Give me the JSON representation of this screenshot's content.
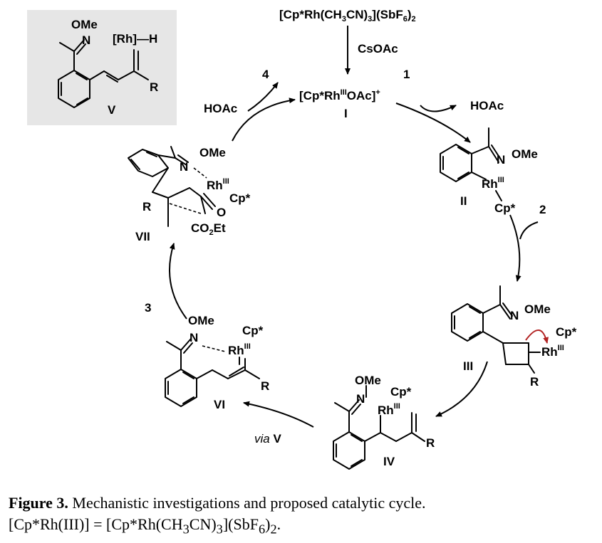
{
  "precatalyst": {
    "text_a": "[Cp*Rh(CH",
    "text_b": "3",
    "text_c": "CN)",
    "text_d": "3",
    "text_e": "](SbF",
    "text_f": "6",
    "text_g": ")",
    "text_h": "2"
  },
  "additive": "CsOAc",
  "inset": {
    "ome": "OMe",
    "n": "N",
    "rh_h": "[Rh]—H",
    "r": "R",
    "label": "V"
  },
  "catalyst_I": {
    "pre": "[Cp*Rh",
    "ox": "III",
    "post": "OAc]",
    "charge": "+",
    "label": "I"
  },
  "steps": {
    "s1": "1",
    "s2": "2",
    "s3": "3",
    "s4": "4"
  },
  "byproducts": {
    "hoac_right": "HOAc",
    "hoac_left": "HOAc"
  },
  "int_II": {
    "n": "N",
    "ome": "OMe",
    "rh": "Rh",
    "ox": "III",
    "cp": "Cp*",
    "label": "II"
  },
  "int_III": {
    "n": "N",
    "ome": "OMe",
    "rh": "Rh",
    "ox": "III",
    "cp": "Cp*",
    "r": "R",
    "label": "III"
  },
  "int_IV": {
    "ome": "OMe",
    "n": "N",
    "rh": "Rh",
    "ox": "III",
    "cp": "Cp*",
    "r": "R",
    "label": "IV"
  },
  "int_VI": {
    "ome": "OMe",
    "n": "N",
    "rh": "Rh",
    "ox": "III",
    "cp": "Cp*",
    "r": "R",
    "label": "VI"
  },
  "int_VII": {
    "n": "N",
    "ome": "OMe",
    "rh": "Rh",
    "ox": "III",
    "cp": "Cp*",
    "r": "R",
    "o": "O",
    "co2et_a": "CO",
    "co2et_b": "2",
    "co2et_c": "Et",
    "label": "VII"
  },
  "via": {
    "word": "via",
    "label": "V"
  },
  "caption": {
    "figure_label": "Figure 3.",
    "text": "Mechanistic investigations and proposed catalytic cycle. [Cp*Rh(III)] = [Cp*Rh(CH3CN)3](SbF6)2.",
    "line1": " Mechanistic investigations and proposed catalytic cycle.",
    "line2_a": "[Cp*Rh(III)] = [Cp*Rh(CH",
    "line2_b": "3",
    "line2_c": "CN)",
    "line2_d": "3",
    "line2_e": "](SbF",
    "line2_f": "6",
    "line2_g": ")",
    "line2_h": "2",
    "line2_i": "."
  }
}
